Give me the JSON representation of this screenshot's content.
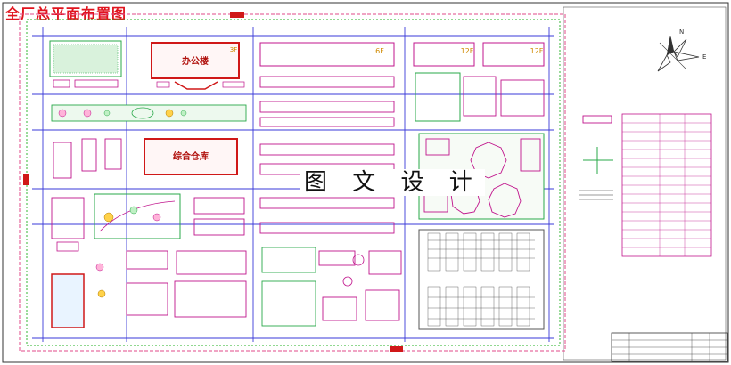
{
  "title": "全厂总平面布置图",
  "watermark": "图 文 设 计",
  "buildings": {
    "office": "办公楼",
    "warehouse": "综合仓库",
    "office_floors": "3F",
    "workshop_floors": "6F",
    "dorm_floors_1": "12F",
    "dorm_floors_2": "12F"
  },
  "compass": {
    "north": "N",
    "east": "E"
  },
  "colors": {
    "title": "#e0141e",
    "building_outline": "#c0148c",
    "road": "#3a3ad8",
    "greenery": "#2aa84a",
    "fence": "#20b020",
    "main_building": "#d01818"
  }
}
